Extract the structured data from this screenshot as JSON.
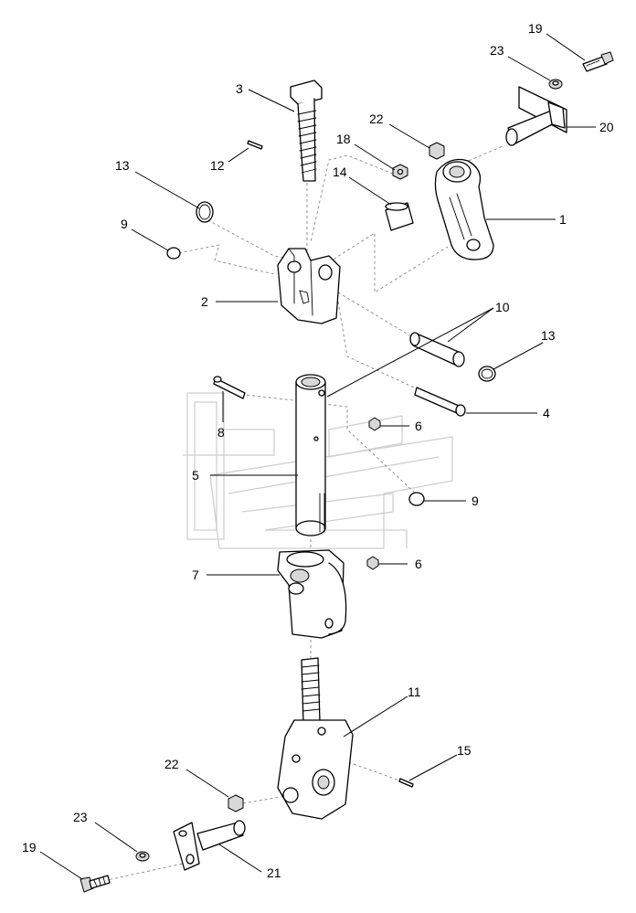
{
  "diagram": {
    "callouts": [
      {
        "id": "c19a",
        "label": "19"
      },
      {
        "id": "c23a",
        "label": "23"
      },
      {
        "id": "c20",
        "label": "20"
      },
      {
        "id": "c3",
        "label": "3"
      },
      {
        "id": "c22a",
        "label": "22"
      },
      {
        "id": "c18",
        "label": "18"
      },
      {
        "id": "c12",
        "label": "12"
      },
      {
        "id": "c13a",
        "label": "13"
      },
      {
        "id": "c14",
        "label": "14"
      },
      {
        "id": "c1",
        "label": "1"
      },
      {
        "id": "c9a",
        "label": "9"
      },
      {
        "id": "c2",
        "label": "2"
      },
      {
        "id": "c10",
        "label": "10"
      },
      {
        "id": "c13b",
        "label": "13"
      },
      {
        "id": "c4",
        "label": "4"
      },
      {
        "id": "c8",
        "label": "8"
      },
      {
        "id": "c6a",
        "label": "6"
      },
      {
        "id": "c5",
        "label": "5"
      },
      {
        "id": "c9b",
        "label": "9"
      },
      {
        "id": "c7",
        "label": "7"
      },
      {
        "id": "c6b",
        "label": "6"
      },
      {
        "id": "c11",
        "label": "11"
      },
      {
        "id": "c15",
        "label": "15"
      },
      {
        "id": "c22b",
        "label": "22"
      },
      {
        "id": "c23b",
        "label": "23"
      },
      {
        "id": "c19b",
        "label": "19"
      },
      {
        "id": "c21",
        "label": "21"
      }
    ]
  }
}
